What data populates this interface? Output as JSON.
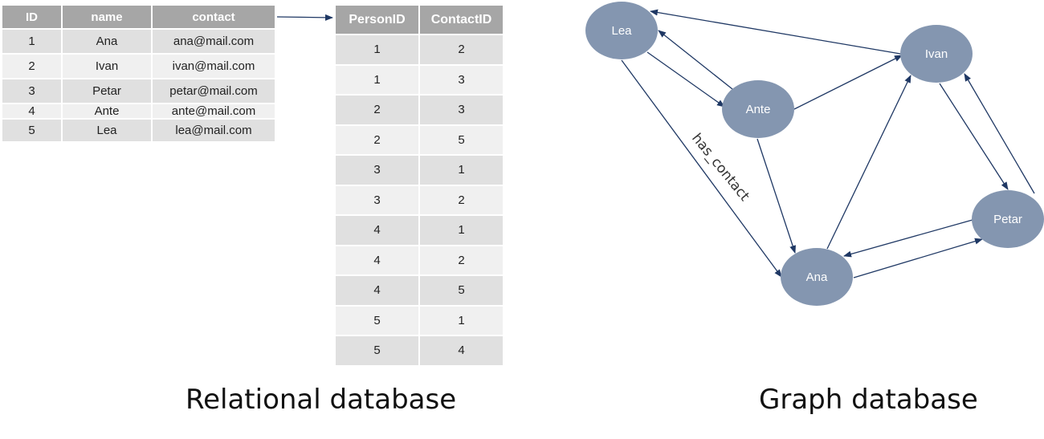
{
  "relational": {
    "persons": {
      "headers": [
        "ID",
        "name",
        "contact"
      ],
      "rows": [
        [
          "1",
          "Ana",
          "ana@mail.com"
        ],
        [
          "2",
          "Ivan",
          "ivan@mail.com"
        ],
        [
          "3",
          "Petar",
          "petar@mail.com"
        ],
        [
          "4",
          "Ante",
          "ante@mail.com"
        ],
        [
          "5",
          "Lea",
          "lea@mail.com"
        ]
      ]
    },
    "links": {
      "headers": [
        "PersonID",
        "ContactID"
      ],
      "rows": [
        [
          "1",
          "2"
        ],
        [
          "1",
          "3"
        ],
        [
          "2",
          "3"
        ],
        [
          "2",
          "5"
        ],
        [
          "3",
          "1"
        ],
        [
          "3",
          "2"
        ],
        [
          "4",
          "1"
        ],
        [
          "4",
          "2"
        ],
        [
          "4",
          "5"
        ],
        [
          "5",
          "1"
        ],
        [
          "5",
          "4"
        ]
      ]
    },
    "caption": "Relational database"
  },
  "graph": {
    "nodes": [
      "Lea",
      "Ivan",
      "Ante",
      "Petar",
      "Ana"
    ],
    "edges": [
      [
        "Ana",
        "Ivan"
      ],
      [
        "Ana",
        "Petar"
      ],
      [
        "Ivan",
        "Petar"
      ],
      [
        "Ivan",
        "Lea"
      ],
      [
        "Petar",
        "Ana"
      ],
      [
        "Petar",
        "Ivan"
      ],
      [
        "Ante",
        "Ana"
      ],
      [
        "Ante",
        "Ivan"
      ],
      [
        "Ante",
        "Lea"
      ],
      [
        "Lea",
        "Ana"
      ],
      [
        "Lea",
        "Ante"
      ]
    ],
    "edge_label": "has_contact",
    "caption": "Graph database"
  },
  "colors": {
    "node_fill": "#8496b0",
    "edge": "#1f3864",
    "header_fill": "#a6a6a6"
  }
}
